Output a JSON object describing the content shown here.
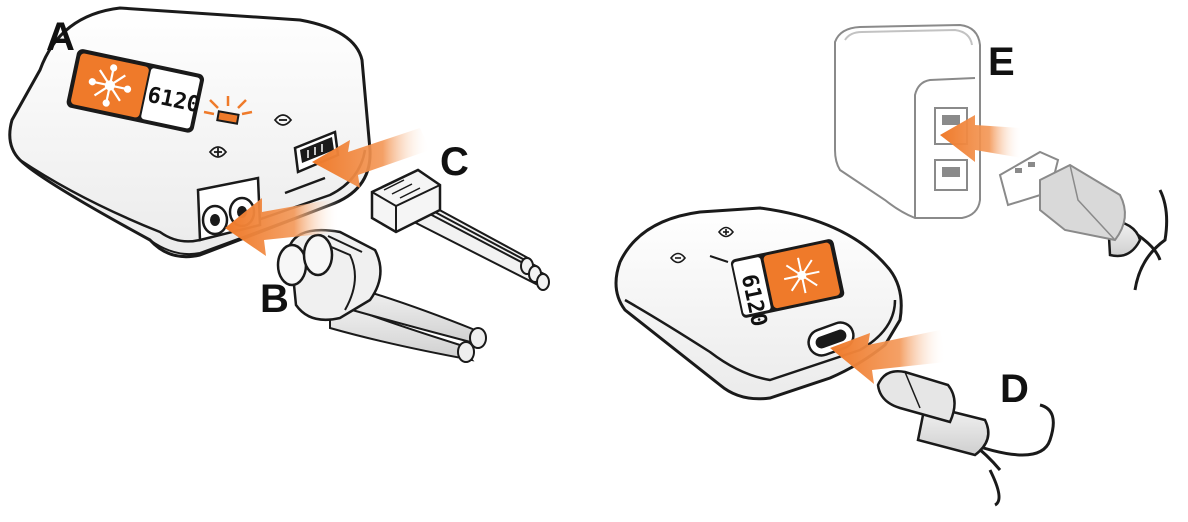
{
  "labels": {
    "a": "A",
    "b": "B",
    "c": "C",
    "d": "D",
    "e": "E"
  },
  "device": {
    "model_text": "6120"
  },
  "icons": {
    "logo": "network-node-icon",
    "plus": "plus-icon",
    "minus": "minus-icon",
    "led": "led-indicator-icon",
    "arrow": "insert-arrow-icon"
  },
  "colors": {
    "accent": "#ef7a2a",
    "outline": "#1a1a1a",
    "body": "#ffffff",
    "shade": "#ececec",
    "cable": "#d9d9d9"
  }
}
